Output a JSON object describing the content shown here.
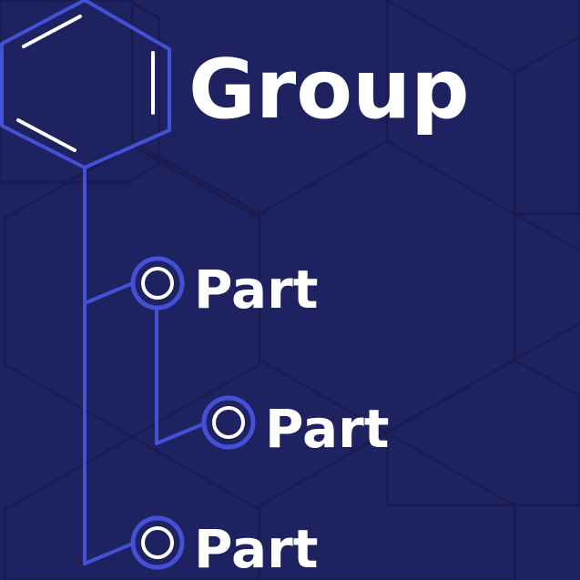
{
  "title": "Group",
  "nodes": [
    {
      "label": "Part"
    },
    {
      "label": "Part"
    },
    {
      "label": "Part"
    }
  ],
  "colors": {
    "background": "#1f2260",
    "hex_grid": "#191c50",
    "accent": "#4451d6",
    "text": "#ffffff"
  },
  "icons": {
    "group": "hexagon-icon",
    "node": "ring-node-icon"
  }
}
